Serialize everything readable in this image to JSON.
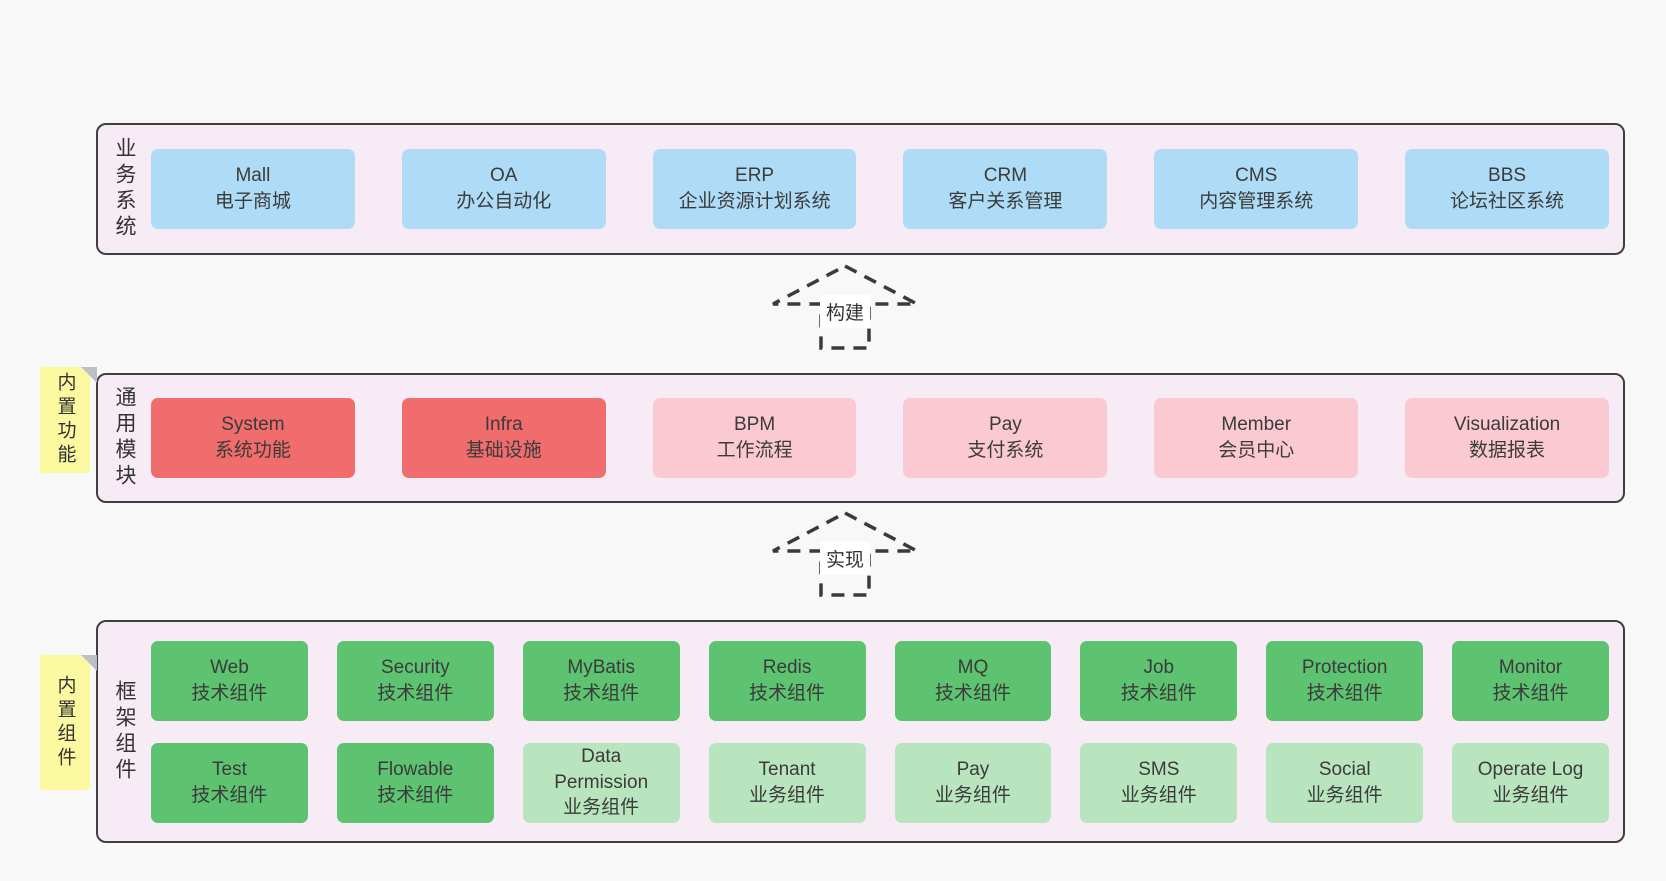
{
  "colors": {
    "blue": "#aedcf6",
    "red": "#f16c6c",
    "pink": "#fbc9d2",
    "green": "#5dc370",
    "light_green": "#b9e5be",
    "panel_bg": "#f7ecf5",
    "panel_border": "#3f3f3f",
    "sticky_yellow": "#fbf99f",
    "fold_gray": "#bcc0c5",
    "background": "#f8f8f8",
    "text": "#3b3b3b",
    "arrow": "#3a3a3a"
  },
  "arrows": {
    "build": "构建",
    "implement": "实现"
  },
  "sections": {
    "business": {
      "label": "业务系统",
      "boxes": [
        {
          "name": "Mall",
          "desc": "电子商城"
        },
        {
          "name": "OA",
          "desc": "办公自动化"
        },
        {
          "name": "ERP",
          "desc": "企业资源计划系统"
        },
        {
          "name": "CRM",
          "desc": "客户关系管理"
        },
        {
          "name": "CMS",
          "desc": "内容管理系统"
        },
        {
          "name": "BBS",
          "desc": "论坛社区系统"
        }
      ]
    },
    "modules": {
      "label": "通用模块",
      "sticky": "内置功能",
      "boxes": [
        {
          "name": "System",
          "desc": "系统功能"
        },
        {
          "name": "Infra",
          "desc": "基础设施"
        },
        {
          "name": "BPM",
          "desc": "工作流程"
        },
        {
          "name": "Pay",
          "desc": "支付系统"
        },
        {
          "name": "Member",
          "desc": "会员中心"
        },
        {
          "name": "Visualization",
          "desc": "数据报表"
        }
      ]
    },
    "components": {
      "label": "框架组件",
      "sticky": "内置组件",
      "rows": [
        [
          {
            "name": "Web",
            "desc": "技术组件"
          },
          {
            "name": "Security",
            "desc": "技术组件"
          },
          {
            "name": "MyBatis",
            "desc": "技术组件"
          },
          {
            "name": "Redis",
            "desc": "技术组件"
          },
          {
            "name": "MQ",
            "desc": "技术组件"
          },
          {
            "name": "Job",
            "desc": "技术组件"
          },
          {
            "name": "Protection",
            "desc": "技术组件"
          },
          {
            "name": "Monitor",
            "desc": "技术组件"
          }
        ],
        [
          {
            "name": "Test",
            "desc": "技术组件"
          },
          {
            "name": "Flowable",
            "desc": "技术组件"
          },
          {
            "name": "Data Permission",
            "desc": "业务组件"
          },
          {
            "name": "Tenant",
            "desc": "业务组件"
          },
          {
            "name": "Pay",
            "desc": "业务组件"
          },
          {
            "name": "SMS",
            "desc": "业务组件"
          },
          {
            "name": "Social",
            "desc": "业务组件"
          },
          {
            "name": "Operate Log",
            "desc": "业务组件"
          }
        ]
      ]
    }
  }
}
